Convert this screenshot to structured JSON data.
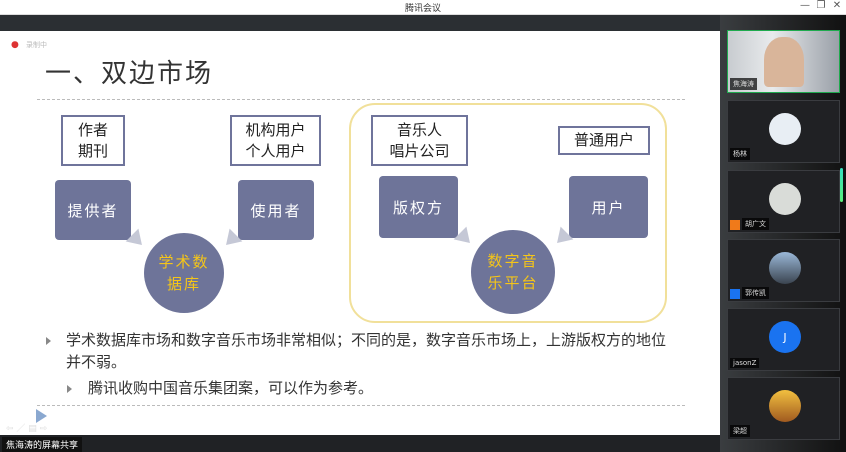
{
  "window": {
    "title": "腾讯会议",
    "minimize": "—",
    "restore": "❐",
    "close": "✕"
  },
  "slide": {
    "recording_label": "录制中",
    "title": "一、双边市场",
    "left_diagram": {
      "top_left": "作者\n期刊",
      "top_right": "机构用户\n个人用户",
      "provider": "提供者",
      "user": "使用者",
      "center": "学术数\n据库"
    },
    "right_diagram": {
      "top_left": "音乐人\n唱片公司",
      "top_right": "普通用户",
      "provider": "版权方",
      "user": "用户",
      "center": "数字音\n乐平台"
    },
    "bullets": [
      "学术数据库市场和数字音乐市场非常相似；不同的是，数字音乐市场上，上游版权方的地位并不弱。"
    ],
    "sub_bullets": [
      "腾讯收购中国音乐集团案，可以作为参考。"
    ]
  },
  "share_label": "焦海涛的屏幕共享",
  "participants": [
    {
      "name": "焦海涛",
      "avatar_color": "#8a97a8"
    },
    {
      "name": "杨林",
      "avatar_color": "#e8eef4"
    },
    {
      "name": "胡广文",
      "avatar_color": "#d9dcd8"
    },
    {
      "name": "郭传凯",
      "avatar_color": "#5a6a78"
    },
    {
      "name": "jasonZ",
      "avatar_letter": "J",
      "avatar_color": "#1a73f0"
    },
    {
      "name": "梁超",
      "avatar_color": "#e0a030"
    }
  ]
}
